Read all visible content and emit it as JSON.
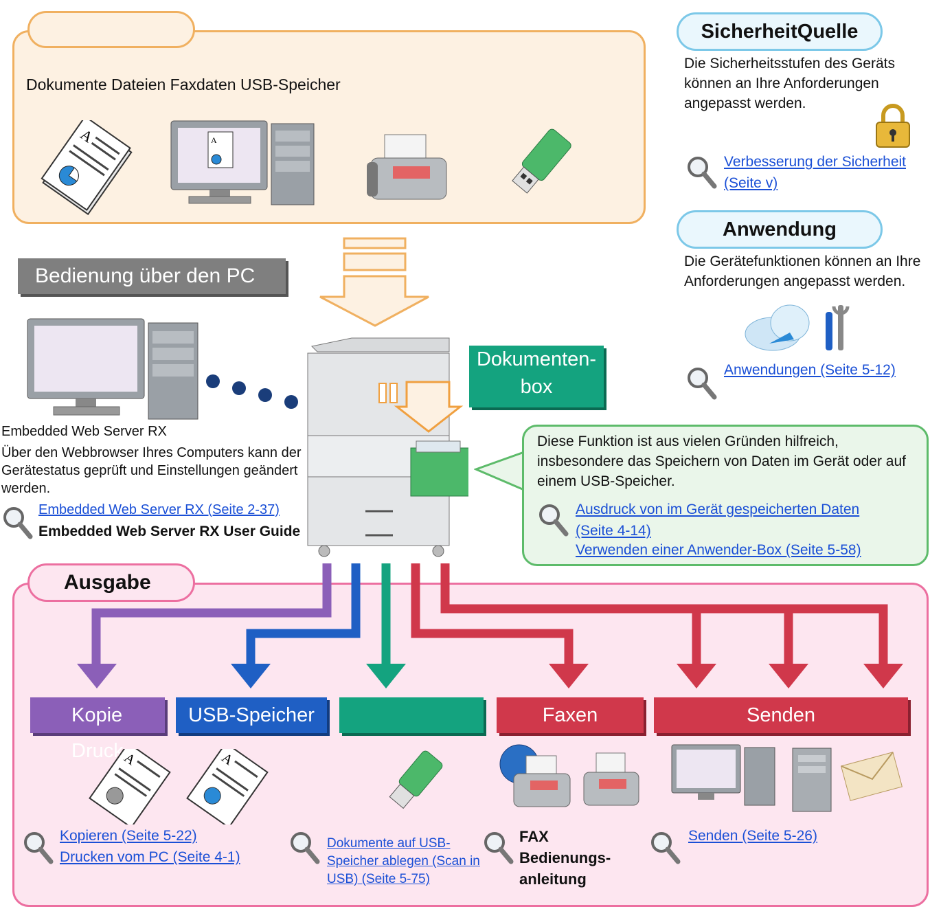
{
  "input": {
    "types": "Dokumente Dateien Faxdaten USB-Speicher"
  },
  "pc_operation": {
    "band": "Bedienung über den PC",
    "ews_title": "Embedded Web Server RX",
    "ews_desc": "Über den Webbrowser Ihres Computers kann der Gerätestatus geprüft und Einstellungen geändert werden.",
    "ews_link": "Embedded Web Server RX (Seite 2-37)",
    "ews_guide": "Embedded Web Server RX User Guide"
  },
  "security": {
    "title": "SicherheitQuelle",
    "desc": "Die Sicherheitsstufen des Geräts können an Ihre Anforderungen angepasst werden.",
    "link_line1": "Verbesserung der Sicherheit",
    "link_line2": "(Seite v)"
  },
  "application": {
    "title": "Anwendung",
    "desc": "Die Gerätefunktionen können an Ihre Anforderungen angepasst werden.",
    "link": "Anwendungen (Seite 5-12)"
  },
  "document_box": {
    "line1": "Dokumenten-",
    "line2": "box",
    "desc": "Diese Funktion ist aus vielen Gründen hilfreich, insbesondere das Speichern von Daten im Gerät oder auf einem USB-Speicher.",
    "link1_line1": "Ausdruck von im Gerät gespeicherten Daten",
    "link1_line2": "(Seite 4-14)",
    "link2": "Verwenden einer Anwender-Box (Seite 5-58)"
  },
  "output": {
    "title": "Ausgabe",
    "bar_copy": "Kopie Druck",
    "bar_usb": "USB-Speicher",
    "bar_green": "",
    "bar_fax": "Faxen",
    "bar_send": "Senden",
    "copy_link1": "Kopieren (Seite 5-22)",
    "copy_link2": "Drucken vom PC (Seite 4-1)",
    "usb_link": "Dokumente auf USB-Speicher ablegen (Scan in USB) (Seite 5-75)",
    "fax_manual_line1": "FAX",
    "fax_manual_line2": "Bedienungs-",
    "fax_manual_line3": "anleitung",
    "send_link": "Senden (Seite 5-26)"
  },
  "colors": {
    "input_border": "#f0b060",
    "output_border": "#ec6fa0",
    "copy": "#8b5fb8",
    "usb": "#1f5fc4",
    "green": "#14a37f",
    "fax_send": "#d0384b",
    "link": "#1a4fd6"
  }
}
